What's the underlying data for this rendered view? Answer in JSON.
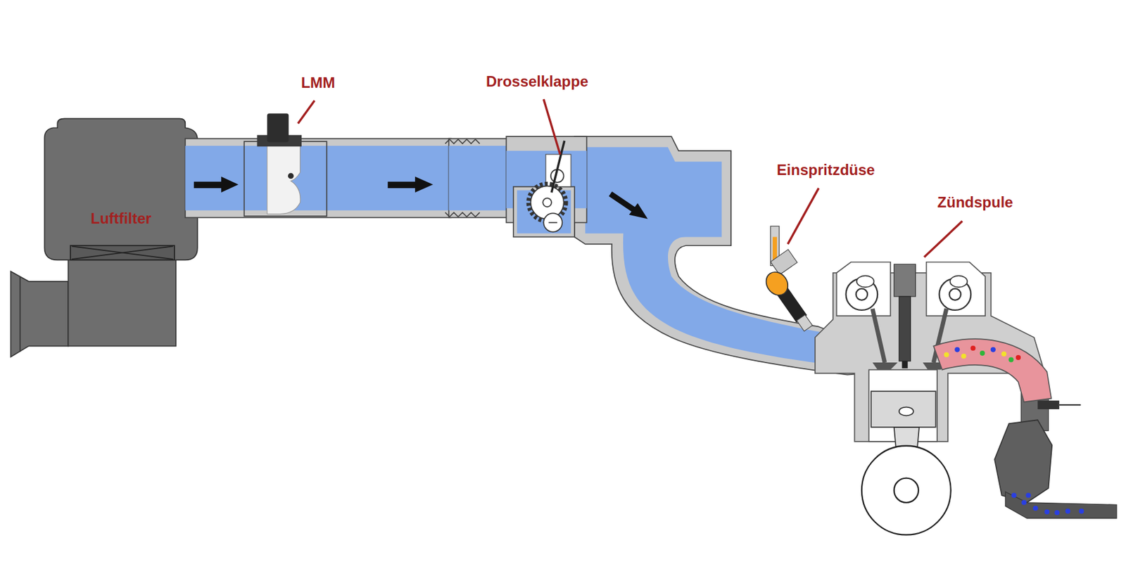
{
  "diagram": {
    "nodes": [
      {
        "text": [
          "Luftfilter"
        ]
      }
    ],
    "labels": [
      "LMM",
      "Drosselklappe",
      "Einspritzdüse",
      "Zündspule"
    ]
  }
}
